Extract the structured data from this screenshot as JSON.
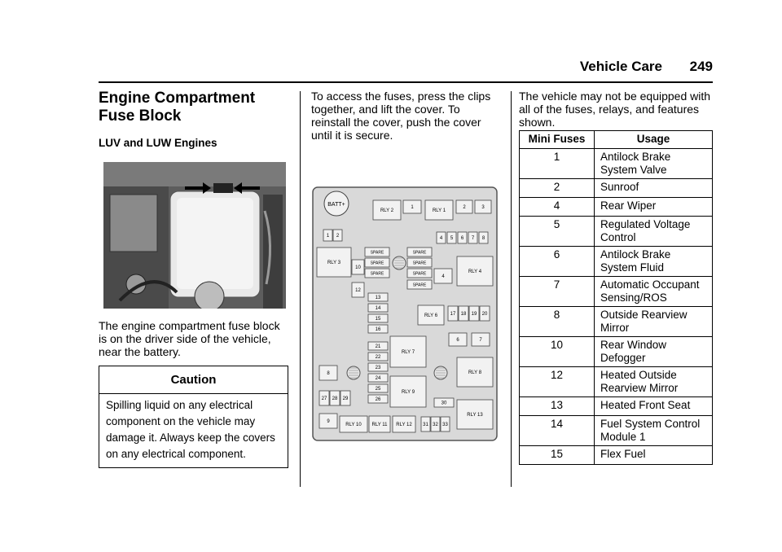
{
  "header": {
    "title": "Vehicle Care",
    "page_number": "249"
  },
  "section": {
    "title_line1": "Engine Compartment",
    "title_line2": "Fuse Block",
    "subhead": "LUV and LUW Engines",
    "photo_caption": "The engine compartment fuse block is on the driver side of the vehicle, near the battery."
  },
  "caution": {
    "title": "Caution",
    "text": "Spilling liquid on any electrical component on the vehicle may damage it. Always keep the covers on any electrical component."
  },
  "column2": {
    "intro": "To access the fuses, press the clips together, and lift the cover. To reinstall the cover, push the cover until it is secure."
  },
  "diagram": {
    "batt": "BATT+",
    "spare": "SPARE",
    "relays": [
      "RLY 1",
      "RLY 2",
      "RLY 3",
      "RLY 4",
      "RLY 6",
      "RLY 7",
      "RLY 8",
      "RLY 9",
      "RLY 10",
      "RLY 11",
      "RLY 12",
      "RLY 13"
    ],
    "fuses": [
      "1",
      "2",
      "3",
      "4",
      "5",
      "6",
      "7",
      "8",
      "9",
      "10",
      "12",
      "13",
      "14",
      "15",
      "16",
      "17",
      "18",
      "19",
      "20",
      "21",
      "22",
      "23",
      "24",
      "25",
      "26",
      "27",
      "28",
      "29",
      "30",
      "31",
      "32",
      "33"
    ]
  },
  "column3": {
    "intro": "The vehicle may not be equipped with all of the fuses, relays, and features shown.",
    "table_headers": {
      "fuse": "Mini Fuses",
      "usage": "Usage"
    },
    "rows": [
      {
        "fuse": "1",
        "usage": "Antilock Brake System Valve"
      },
      {
        "fuse": "2",
        "usage": "Sunroof"
      },
      {
        "fuse": "4",
        "usage": "Rear Wiper"
      },
      {
        "fuse": "5",
        "usage": "Regulated Voltage Control"
      },
      {
        "fuse": "6",
        "usage": "Antilock Brake System Fluid"
      },
      {
        "fuse": "7",
        "usage": "Automatic Occupant Sensing/ROS"
      },
      {
        "fuse": "8",
        "usage": "Outside Rearview Mirror"
      },
      {
        "fuse": "10",
        "usage": "Rear Window Defogger"
      },
      {
        "fuse": "12",
        "usage": "Heated Outside Rearview Mirror"
      },
      {
        "fuse": "13",
        "usage": "Heated Front Seat"
      },
      {
        "fuse": "14",
        "usage": "Fuel System Control Module 1"
      },
      {
        "fuse": "15",
        "usage": "Flex Fuel"
      }
    ]
  }
}
